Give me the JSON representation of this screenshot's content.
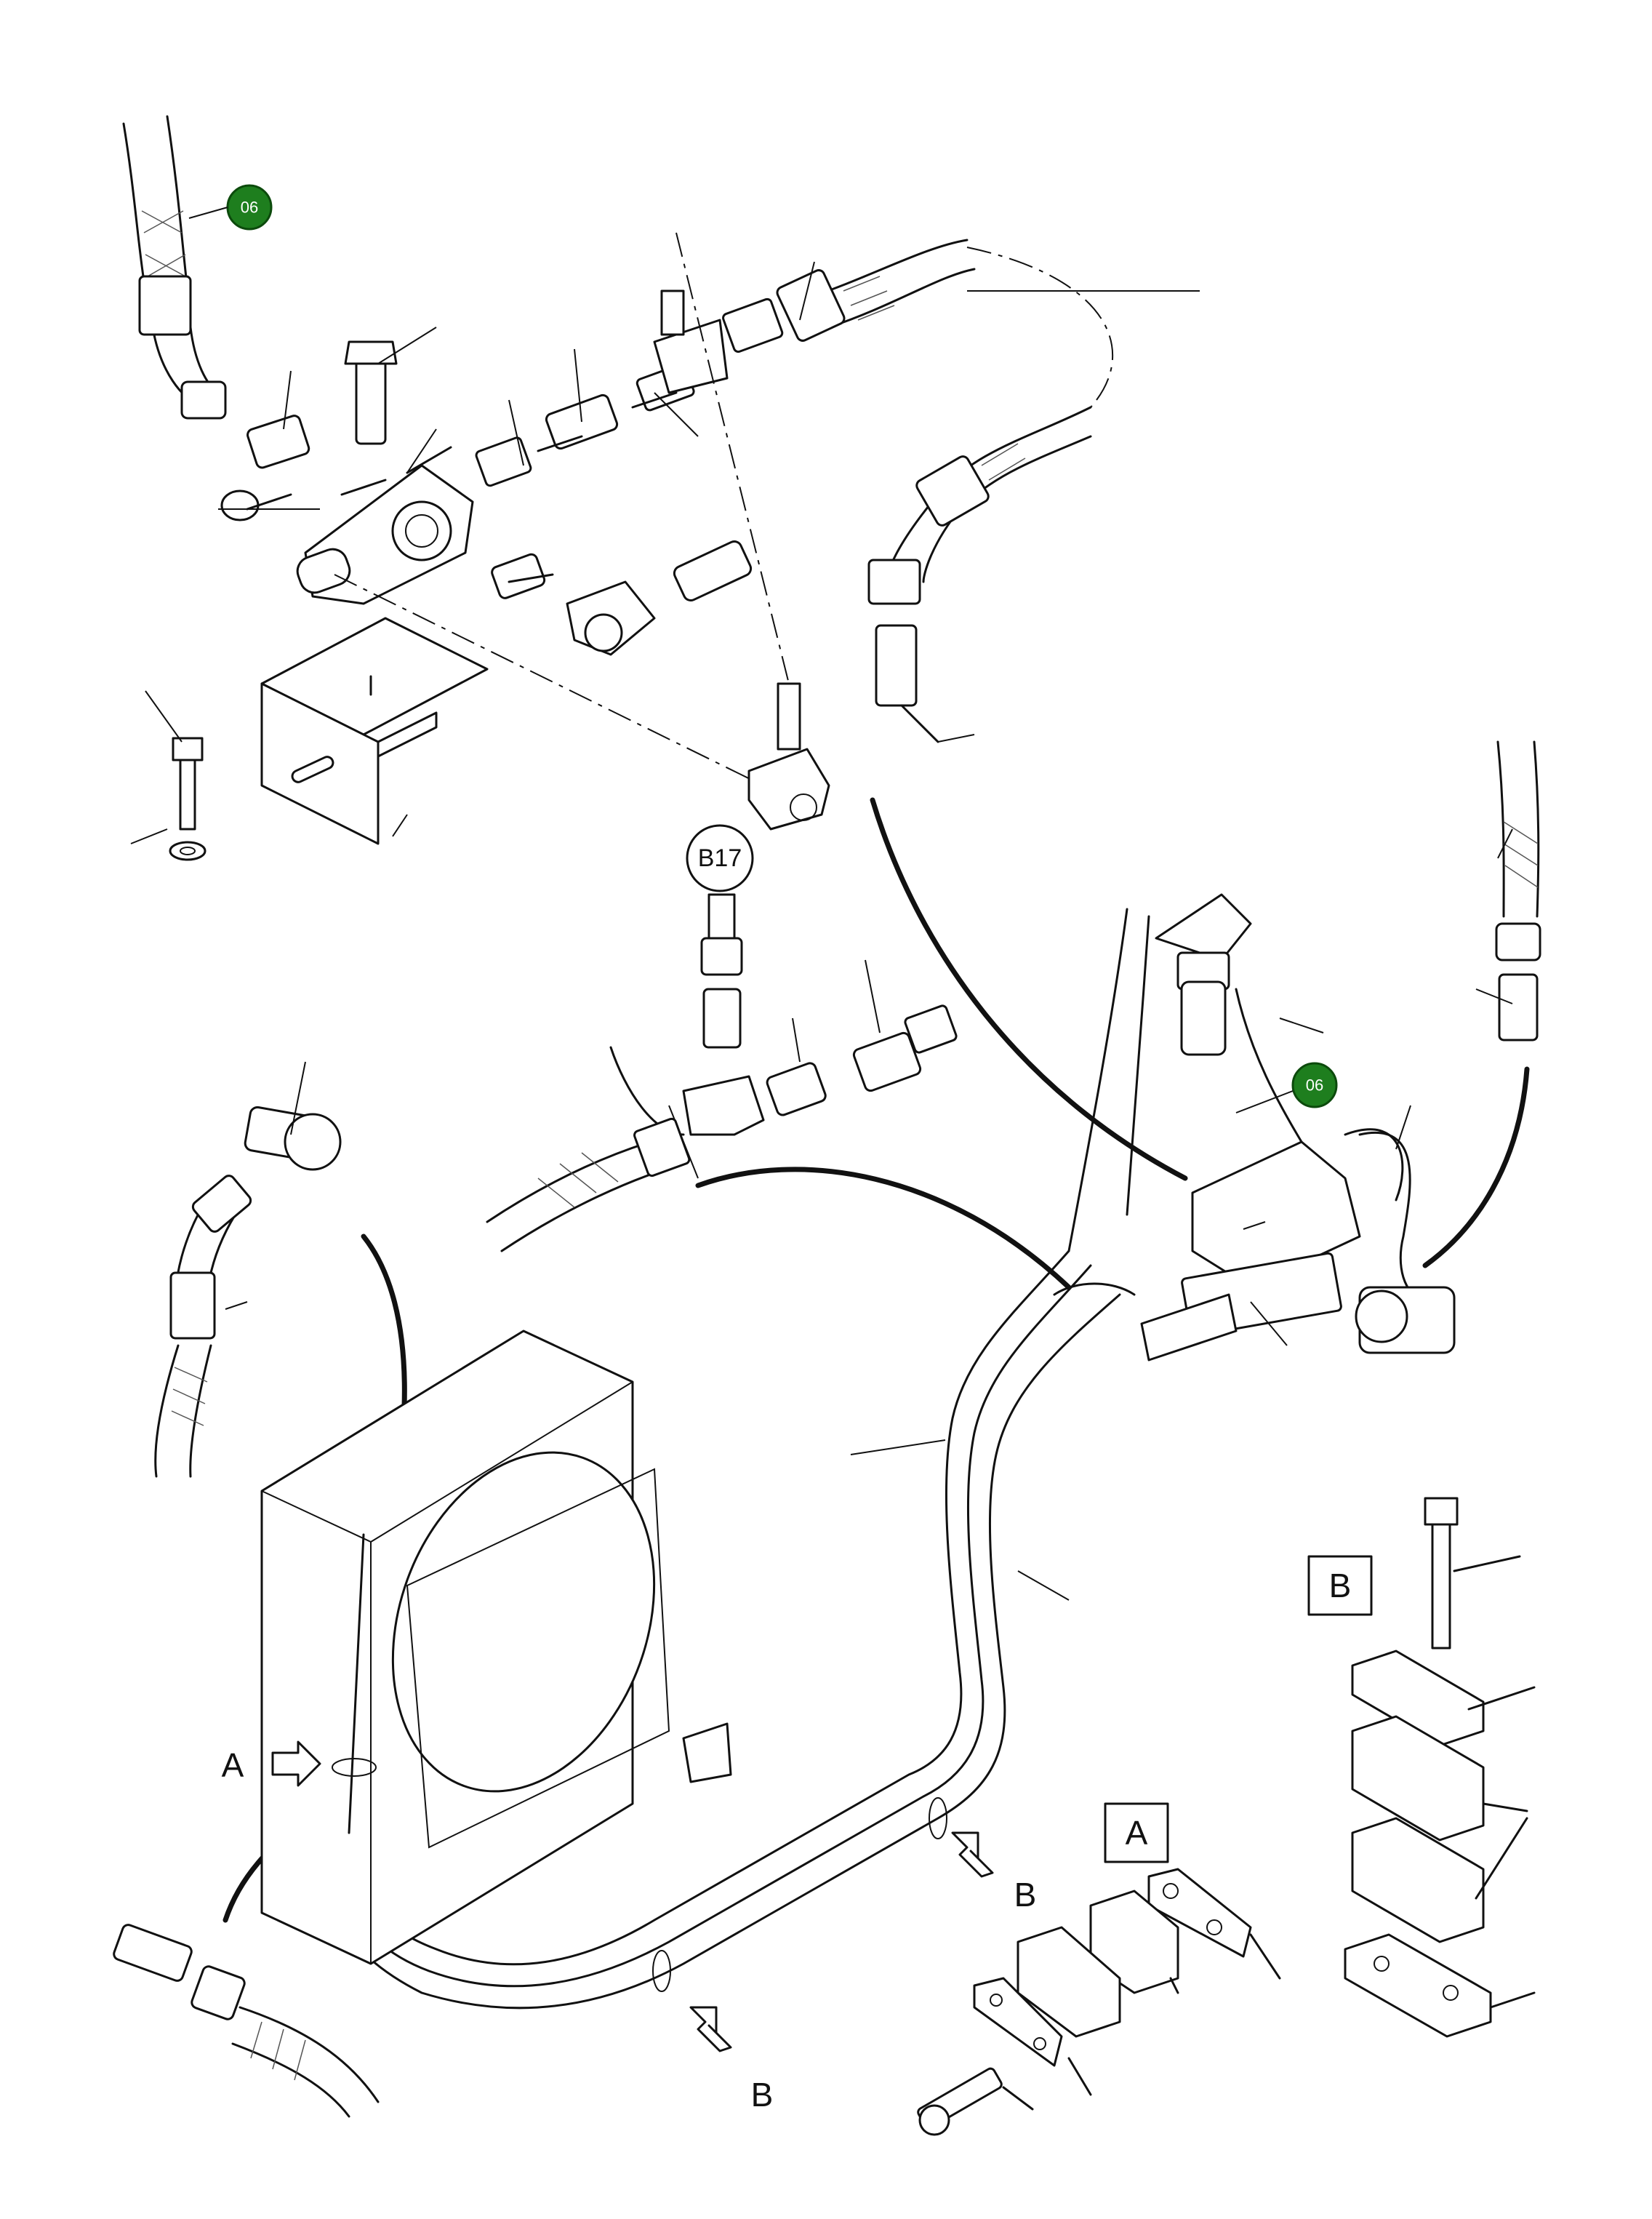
{
  "callout_dots": [
    {
      "text": "06"
    },
    {
      "text": "06"
    }
  ],
  "circle_label": "B17",
  "detail_labels": [
    "B",
    "A"
  ],
  "arrow_labels": [
    "A",
    "B",
    "B"
  ]
}
